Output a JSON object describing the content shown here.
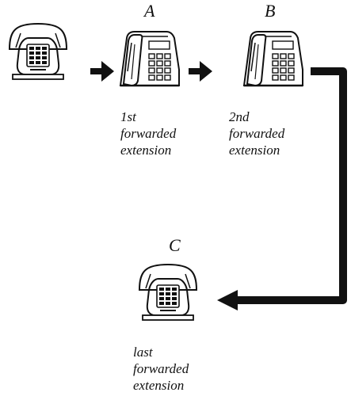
{
  "nodes": {
    "a": {
      "letter": "A",
      "caption": [
        "1st",
        "forwarded",
        "extension"
      ]
    },
    "b": {
      "letter": "B",
      "caption": [
        "2nd",
        "forwarded",
        "extension"
      ]
    },
    "c": {
      "letter": "C",
      "caption": [
        "last",
        "forwarded",
        "extension"
      ]
    }
  },
  "colors": {
    "ink": "#111111",
    "background": "#ffffff"
  }
}
